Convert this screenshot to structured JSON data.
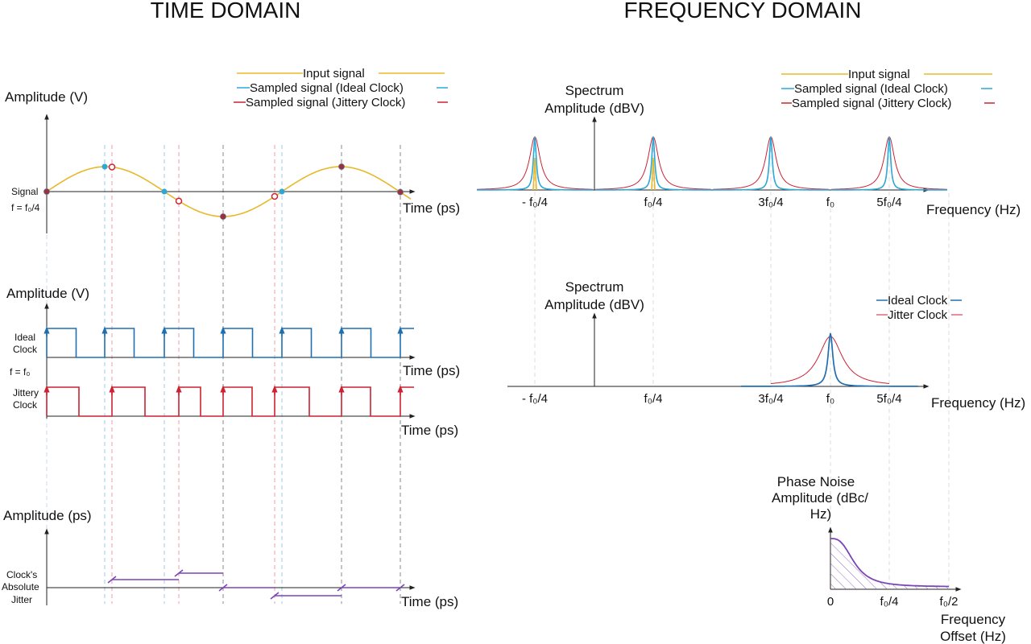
{
  "titles": {
    "time": "TIME DOMAIN",
    "freq": "FREQUENCY DOMAIN"
  },
  "colors": {
    "input": "#E8B82A",
    "ideal": "#2BA8D8",
    "jitter": "#CC2233",
    "clock_ideal": "#1F6FB0",
    "jitter_abs": "#7A45B8",
    "dark_point": "#9A3040"
  },
  "legend_time": [
    {
      "label": "Input signal",
      "color": "#E8B82A"
    },
    {
      "label": "Sampled signal (Ideal Clock)",
      "color": "#2BA8D8"
    },
    {
      "label": "Sampled signal (Jittery Clock)",
      "color": "#CC2233"
    }
  ],
  "legend_freq_top": [
    {
      "label": "Input signal",
      "color": "#E8B82A"
    },
    {
      "label": "Sampled signal (Ideal Clock)",
      "color": "#2BA8D8"
    },
    {
      "label": "Sampled signal (Jittery Clock)",
      "color": "#CC2233"
    }
  ],
  "legend_freq_mid": [
    {
      "label": "Ideal Clock",
      "color": "#1F6FB0"
    },
    {
      "label": "Jitter Clock",
      "color": "#CC2233"
    }
  ],
  "time_plot1": {
    "ylabel": "Amplitude (V)",
    "xlabel": "Time (ps)",
    "side_label_1": "Signal",
    "side_label_2": "f = f₀/4"
  },
  "time_plot2": {
    "ylabel": "Amplitude (V)",
    "xlabel_top": "Time (ps)",
    "xlabel_bottom": "Time (ps)",
    "ideal_label_1": "Ideal",
    "ideal_label_2": "Clock",
    "freq_label": "f = f₀",
    "jitter_label_1": "Jittery",
    "jitter_label_2": "Clock"
  },
  "time_plot3": {
    "ylabel": "Amplitude (ps)",
    "xlabel": "Time (ps)",
    "side_label_1": "Clock's",
    "side_label_2": "Absolute",
    "side_label_3": "Jitter"
  },
  "freq_plot1": {
    "ylabel_1": "Spectrum",
    "ylabel_2": "Amplitude (dBV)",
    "xlabel": "Frequency (Hz)",
    "ticks": [
      "- f₀/4",
      "f₀/4",
      "3f₀/4",
      "f₀",
      "5f₀/4"
    ]
  },
  "freq_plot2": {
    "ylabel_1": "Spectrum",
    "ylabel_2": "Amplitude (dBV)",
    "xlabel": "Frequency (Hz)",
    "ticks": [
      "- f₀/4",
      "f₀/4",
      "3f₀/4",
      "f₀",
      "5f₀/4"
    ]
  },
  "freq_plot3": {
    "ylabel_1": "Phase Noise",
    "ylabel_2": "Amplitude (dBc/",
    "ylabel_3": "Hz)",
    "xlabel_1": "Frequency",
    "xlabel_2": "Offset (Hz)",
    "ticks": [
      "0",
      "f₀/4",
      "f₀/2"
    ]
  }
}
